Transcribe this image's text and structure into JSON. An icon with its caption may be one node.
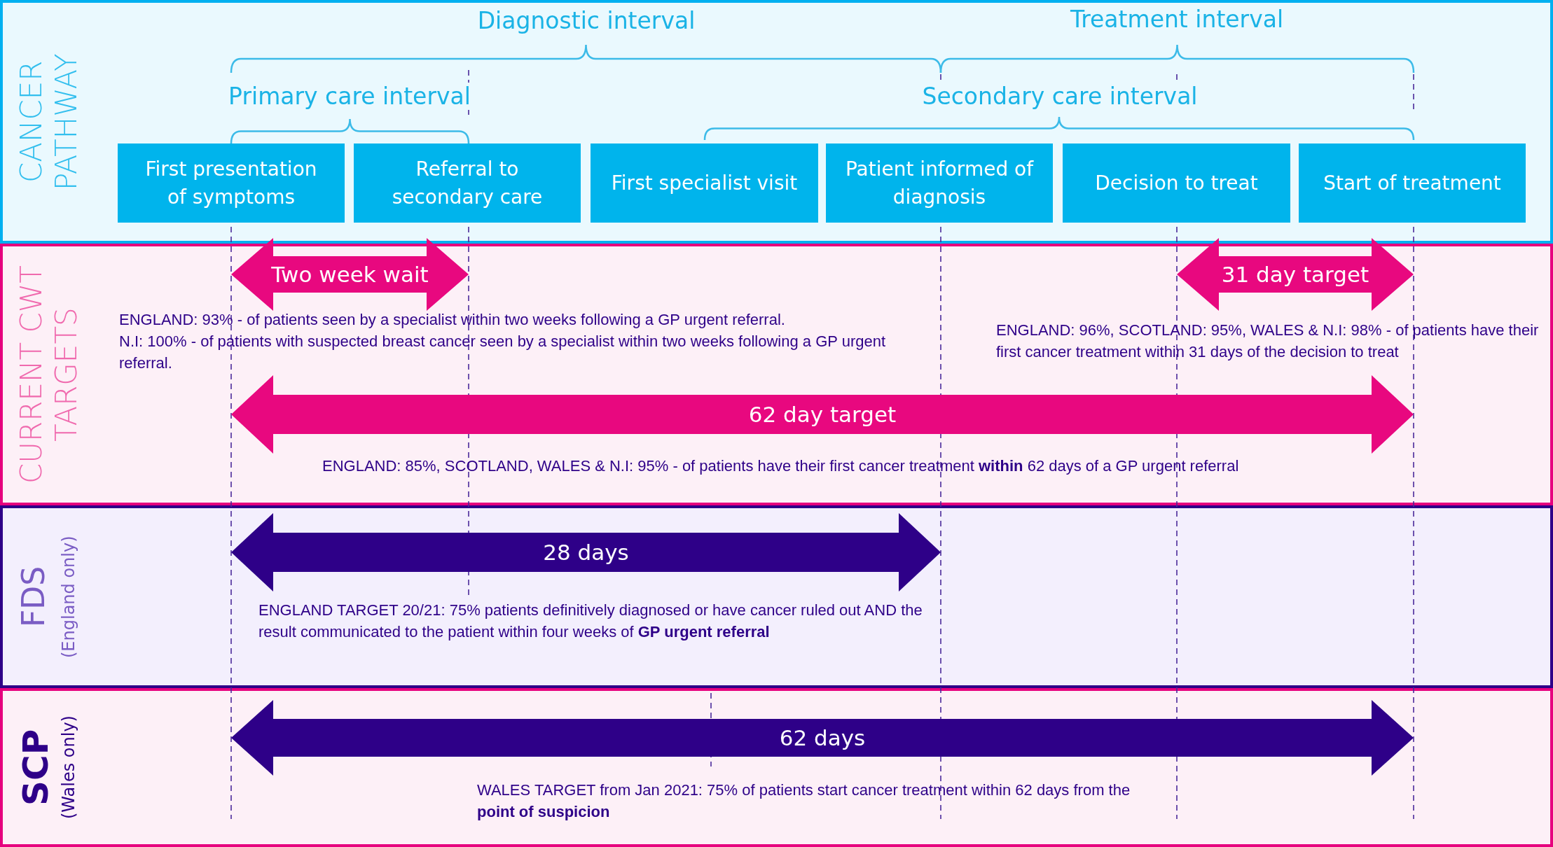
{
  "diagram": {
    "nodes": [
      {
        "text": [
          "CANCER PATHWAY"
        ]
      },
      {
        "text": [
          "CURRENT CWT TARGETS"
        ]
      },
      {
        "text": [
          "FDS",
          "(England only)"
        ]
      },
      {
        "text": [
          "SCP",
          "(Wales only)"
        ]
      },
      {
        "text": [
          "First presentation of symptoms"
        ],
        "in": 0
      },
      {
        "text": [
          "Referral to secondary care"
        ],
        "in": 0
      },
      {
        "text": [
          "First specialist visit"
        ],
        "in": 0
      },
      {
        "text": [
          "Patient informed of diagnosis"
        ],
        "in": 0
      },
      {
        "text": [
          "Decision to treat"
        ],
        "in": 0
      },
      {
        "text": [
          "Start of treatment"
        ],
        "in": 0
      },
      {
        "text": [
          "Two week wait"
        ],
        "in": 1,
        "beside": [
          "ENGLAND:  93% - of patients seen by a specialist within two weeks following a GP urgent referral.",
          "N.I: 100% - of patients with suspected breast cancer seen by a specialist within two weeks following a GP urgent referral."
        ]
      },
      {
        "text": [
          "31 day target"
        ],
        "in": 1,
        "beside": [
          "ENGLAND:  96%, SCOTLAND:  95%, WALES & N.I: 98% - of patients have their first cancer treatment within 31 days of the decision to treat"
        ]
      },
      {
        "text": [
          "62 day target"
        ],
        "in": 1,
        "beside": [
          "ENGLAND:  85%, SCOTLAND,  WALES & N.I: 95% - of patients have their first cancer treatment **within** 62 days of a GP urgent referral"
        ]
      },
      {
        "text": [
          "28 days"
        ],
        "in": 2,
        "beside": [
          "ENGLAND  TARGET 20/21: 75% patients definitively diagnosed or have cancer ruled out AND the result communicated to the patient within four weeks of **GP urgent referral**"
        ]
      },
      {
        "text": [
          "62 days"
        ],
        "in": 3,
        "beside": [
          "WALES  TARGET  from Jan 2021: 75% of patients start cancer treatment  within 62 days from the **point  of suspicion**"
        ]
      }
    ],
    "labels": [
      "Diagnostic interval",
      "Treatment interval",
      "Primary care interval",
      "Secondary care interval"
    ]
  }
}
